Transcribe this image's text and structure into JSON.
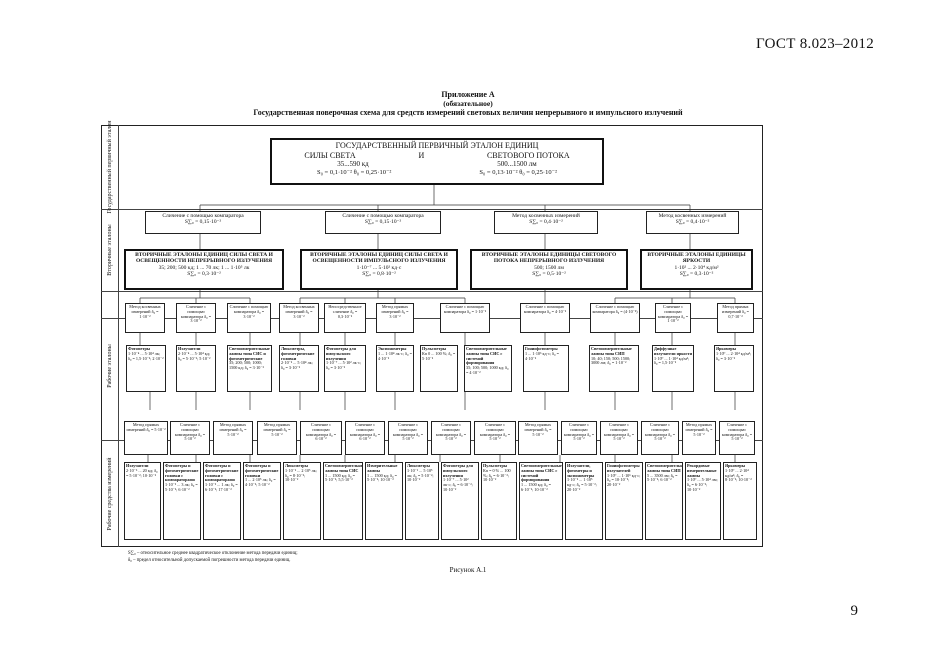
{
  "header": {
    "standard": "ГОСТ 8.023–2012"
  },
  "page_number": "9",
  "caption": {
    "appendix": "Приложение А",
    "status": "(обязательное)",
    "title": "Государственная поверочная схема для средств измерений световых величин непрерывного и импульсного излучений"
  },
  "bands": [
    "Государственный первичный эталон",
    "Вторичные эталоны",
    "Рабочие эталоны",
    "Рабочие средства измерений"
  ],
  "primary": {
    "title": "ГОСУДАРСТВЕННЫЙ ПЕРВИЧНЫЙ ЭТАЛОН ЕДИНИЦ",
    "left_name": "СИЛЫ СВЕТА",
    "and": "И",
    "right_name": "СВЕТОВОГО ПОТОКА",
    "left_range": "35...590 кд",
    "right_range": "500...1500 лм",
    "left_acc": "S₀ = 0,1·10⁻² θ₀ = 0,25·10⁻²",
    "right_acc": "S₀ = 0,13·10⁻² θ₀ = 0,25·10⁻²"
  },
  "methods_top": [
    {
      "label": "Сличение с помощью компаратора",
      "acc": "S∑₀ = 0,15·10⁻²"
    },
    {
      "label": "Сличение с помощью компаратора",
      "acc": "S∑₀ = 0,15·10⁻²"
    },
    {
      "label": "Метод косвенных измерений",
      "acc": "S∑₀ = 0,4·10⁻²"
    },
    {
      "label": "Метод косвенных измерений",
      "acc": "S∑₀ = 0,4·10⁻²"
    }
  ],
  "secondary": [
    {
      "title": "ВТОРИЧНЫЕ ЭТАЛОНЫ ЕДИНИЦ СИЛЫ СВЕТА И ОСВЕЩЕННОСТИ НЕПРЕРЫВНОГО ИЗЛУЧЕНИЯ",
      "range": "35; 200; 500 кд; 1 ... 70 лк; 1 ... 1·10⁵ лк",
      "acc": "S∑₀ = 0,3·10⁻²"
    },
    {
      "title": "ВТОРИЧНЫЕ ЭТАЛОНЫ ЕДИНИЦ СИЛЫ СВЕТА И ОСВЕЩЕННОСТИ ИМПУЛЬСНОГО ИЗЛУЧЕНИЯ",
      "range": "1·10⁻⁷ ... 5·10² кд·с",
      "acc": "S∑₀ = 0,8·10⁻²"
    },
    {
      "title": "ВТОРИЧНЫЕ ЭТАЛОНЫ ЕДИНИЦЫ СВЕТОВОГО ПОТОКА НЕПРЕРЫВНОГО ИЗЛУЧЕНИЯ",
      "range": "500; 1500 лм",
      "acc": "S∑₀ = 0,5·10⁻²"
    },
    {
      "title": "ВТОРИЧНЫЕ ЭТАЛОНЫ ЕДИНИЦЫ ЯРКОСТИ",
      "range": "1·10² ... 2·10⁴ кд/м²",
      "acc": "S∑₀ = 0,3·10⁻²"
    }
  ],
  "methods_mid": [
    "Метод косвенных измерений δ₀ = 1·10⁻²",
    "Сличение с помощью компаратора δ₀ = 3·10⁻²",
    "Сличение с помощью компаратора δ₀ = 3·10⁻²",
    "Метод косвенных измерений δ₀ = 3·10⁻²",
    "Непосредственное сличение δ₀ = 0,3·10⁻²",
    "Метод прямых измерений δ₀ = 3·10⁻²",
    "Сличение с помощью компаратора δ₀ = 1·10⁻²",
    "Сличение с помощью компаратора δ₀ = 4·10⁻²",
    "Сличение с помощью компаратора δ₀ = (4·10⁻²)",
    "Сличение с помощью компаратора δ₀ = 1·10⁻²",
    "Метод прямых измерений δ₀ = 0,7·10⁻²"
  ],
  "working_standards": [
    {
      "name": "Фотометры",
      "params": "1·10⁻⁴ ... 5·10⁴ лк; δ₀ = 1,5·10⁻²; 2·10⁻²"
    },
    {
      "name": "Излучатели",
      "params": "2·10⁻⁴ ... 5·10⁴ кд; δ₀ = 5·10⁻²; 5·10⁻²"
    },
    {
      "name": "Светоизмерительные лампы типа СИС и фотометрические",
      "params": "35; 200; 500; 1000; 1500 кд; δ₀ = 3·10⁻²"
    },
    {
      "name": "Люксметры, фотометрические головки",
      "params": "2·10⁻² ... 5·10⁴ лк; δ₀ = 3·10⁻²"
    },
    {
      "name": "Фотометры для импульсного излучения",
      "params": "1·10⁻⁷ ... 5·10² лк·с; δ₀ = 3·10⁻²"
    },
    {
      "name": "Экспонометры",
      "params": "1 ... 1·10⁴ лк·с; δ₀ = 4·10⁻²"
    },
    {
      "name": "Пульсметры",
      "params": "Кп 0 ... 100 %; δ₀ = 5·10⁻²"
    },
    {
      "name": "Светоизмерительные лампы типа СИС с системой формирования",
      "params": "35; 100; 500; 1000 кд; δ₀ = 4·10⁻²"
    },
    {
      "name": "Гониофотометры",
      "params": "1 ... 1·10⁶ кд·с; δ₀ = 4·10⁻²"
    },
    {
      "name": "Светоизмерительные лампы типа СИП",
      "params": "10; 40; 150; 500; 1500; 3000 лм; δ₀ = 1·10⁻²"
    },
    {
      "name": "Диффузные излучатели яркости",
      "params": "1·10⁰ ... 1·10⁴ кд/м²; δ₀ = 1,5·10⁻²"
    },
    {
      "name": "Яркомеры",
      "params": "1·10⁰ ... 2·10⁴ кд/м²; δ₀ = 3·10⁻²"
    }
  ],
  "methods_low": [
    "Метод прямых измерений δ₀ = 5·10⁻²",
    "Сличение с помощью компаратора δ₀ = 5·10⁻²",
    "Метод прямых измерений δ₀ = 5·10⁻²",
    "Метод прямых измерений δ₀ = 5·10⁻²",
    "Сличение с помощью компаратора δ₀ = 6·10⁻²",
    "Сличение с помощью компаратора δ₀ = 6·10⁻²",
    "Сличение с помощью компаратора δ₀ = 5·10⁻²",
    "Сличение с помощью компаратора δ₀ = 5·10⁻²",
    "Сличение с помощью компаратора δ₀ = 5·10⁻²",
    "Метод прямых измерений δ₀ = 5·10⁻²",
    "Сличение с помощью компаратора δ₀ = 5·10⁻²",
    "Сличение с помощью компаратора δ₀ = 5·10⁻²",
    "Сличение с помощью компаратора δ₀ = 5·10⁻²",
    "Метод прямых измерений δ₀ = 5·10⁻²",
    "Сличение с помощью компаратора δ₀ = 5·10⁻²"
  ],
  "instruments": [
    {
      "name": "Излучатели",
      "params": "2·10⁻⁶ ... 20 кд; δ₀ = 5·10⁻²; 10·10⁻²"
    },
    {
      "name": "Фотометры и фотометрические головки с компараторами",
      "params": "1·10⁻³ ... 3 лк; δ₀ = 5·10⁻²; 6·10⁻²"
    },
    {
      "name": "Фотометры и фотометрические головки с компараторами",
      "params": "1·10⁻³ ... 1 лк; δ₀ = 6·10⁻²; 17·10⁻²"
    },
    {
      "name": "Фотометры и фотометрические головки",
      "params": "1 ... 2·10⁵ лк; δ₀ = 4·10⁻²; 5·10⁻²"
    },
    {
      "name": "Люксметры",
      "params": "1·10⁻² ... 2·10⁵ лк; δ₀ = 8·10⁻²; 10·10⁻²"
    },
    {
      "name": "Светоизмерительные лампы типа СИС",
      "params": "1 ... 1500 кд; δ₀ = 5·10⁻²; 5,5·10⁻²"
    },
    {
      "name": "Измерительные лампы",
      "params": "1 ... 1500 кд; δ₀ = 5·10⁻²; 10·10⁻²"
    },
    {
      "name": "Люксметры",
      "params": "1·10⁻¹ ... 5·10⁵ лк; δ₀ = 5·10⁻²; 10·10⁻²"
    },
    {
      "name": "Фотометры для импульсного излучения",
      "params": "1·10⁻⁷ ... 5·10² лк·с; δ₀ = 6·10⁻²; 10·10⁻²"
    },
    {
      "name": "Пульсметры",
      "params": "Кп = 0 % ... 100 %; δ₀ = 6·10⁻²; 10·10⁻²"
    },
    {
      "name": "Светоизмерительные лампы типа СИС с системой формирования",
      "params": "1 ... 1500 кд; δ₀ = 6·10⁻²; 10·10⁻²"
    },
    {
      "name": "Излучатели, фотометры и экспонометры",
      "params": "1·10⁻² ... 1·10⁵ кд·с; δ₀ = 5·10⁻²; 20·10⁻²"
    },
    {
      "name": "Гониофотометры излучателей",
      "params": "1·10⁰ ... 1·10⁶ кд·с; δ₀ = 10·10⁻²; 20·10⁻²"
    },
    {
      "name": "Светоизмерительные лампы типа СИП",
      "params": "5 ... 3500 лм; δ₀ = 5·10⁻²; 6·10⁻²"
    },
    {
      "name": "Рекордовые измерительные лампы",
      "params": "1·10⁰ ... 5·10⁴ лм; δ₀ = 6·10⁻²; 10·10⁻²"
    },
    {
      "name": "Яркомеры",
      "params": "1·10⁰ ... 2·10⁴ кд/м²; δ₀ = 8·10⁻²; 10·10⁻²"
    }
  ],
  "footnotes": [
    "S∑₀ – относительное среднее квадратическое отклонение метода передачи единиц;",
    "δ₀ – предел относительной допускаемой погрешности метода передачи единиц."
  ],
  "figure_caption": "Рисунок А.1"
}
